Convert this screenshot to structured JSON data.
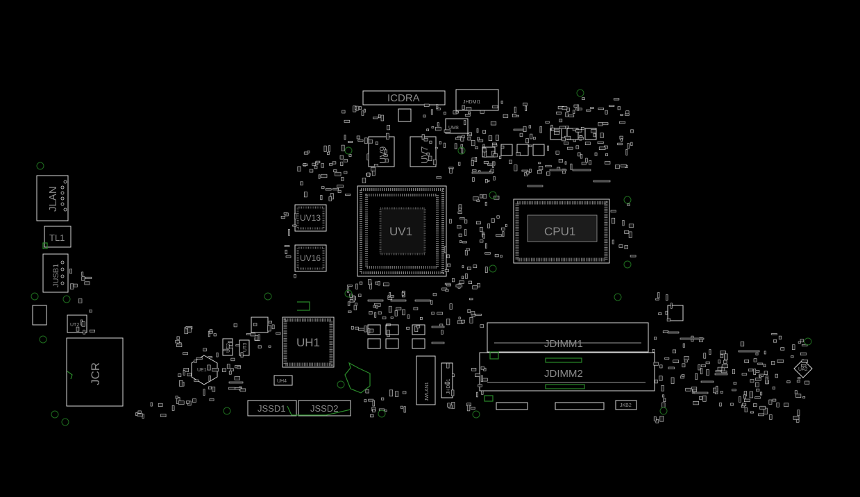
{
  "board": {
    "background": "#000000",
    "outline_color": "#d8d8d8",
    "label_color": "#8a8a8a",
    "via_color": "#2a8a2a",
    "components": {
      "jlan": "JLAN",
      "tl1": "TL1",
      "jusb1": "JUSB1",
      "ut2": "UT2",
      "jcr": "JCR",
      "icdra": "ICDRA",
      "jhdmi1": "JHDMI1",
      "um8": "UM8",
      "uv9": "UV9",
      "uv7": "UV7",
      "uv1": "UV1",
      "uv13": "UV13",
      "uv16": "UV16",
      "cpu1": "CPU1",
      "uh1": "UH1",
      "ue1": "UE1",
      "ue2": "UE2",
      "ut3": "UT3",
      "uh4": "UH4",
      "jssd1": "JSSD1",
      "jssd2": "JSSD2",
      "jwlan1": "JWLAN1",
      "jhdd1": "JHDD1",
      "jdimm1": "JDIMM1",
      "jdimm2": "JDIMM2",
      "jkb2": "JKB2",
      "ua2": "UA2"
    }
  }
}
